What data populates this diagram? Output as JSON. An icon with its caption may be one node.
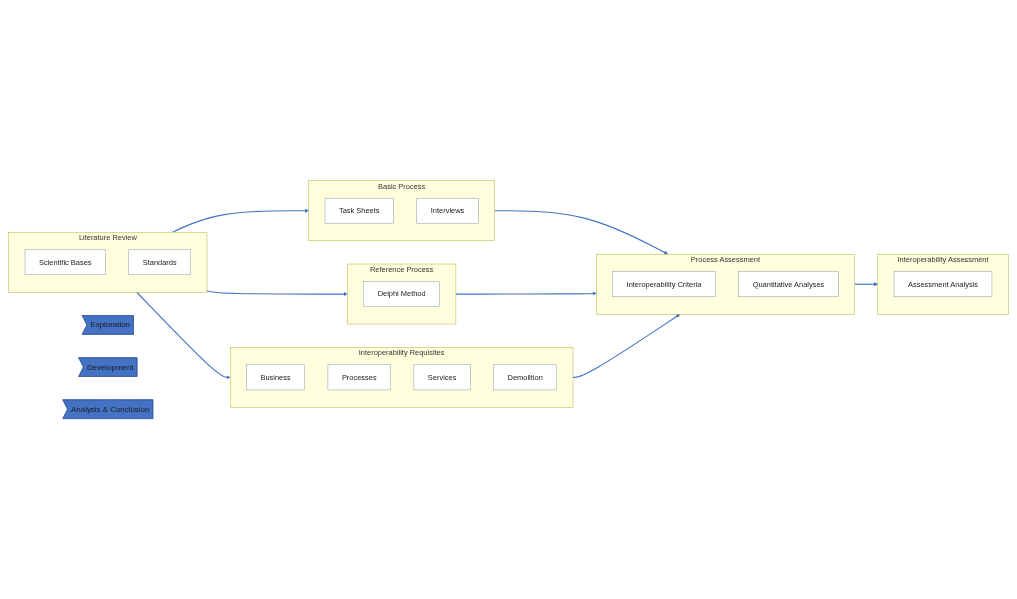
{
  "diagram": {
    "nodes": [
      {
        "text": [
          "Exploration"
        ]
      },
      {
        "text": [
          "Development"
        ]
      },
      {
        "text": [
          "Analysis & Conclusion"
        ]
      },
      {
        "text": [
          "Literature Review"
        ]
      },
      {
        "text": [
          "Scientific Bases"
        ],
        "in": 3
      },
      {
        "text": [
          "Standards"
        ],
        "in": 3
      },
      {
        "text": [
          "Interoperability Requisites"
        ]
      },
      {
        "text": [
          "Business"
        ],
        "in": 6
      },
      {
        "text": [
          "Processes"
        ],
        "in": 6
      },
      {
        "text": [
          "Services"
        ],
        "in": 6
      },
      {
        "text": [
          "Demolition"
        ],
        "in": 6
      },
      {
        "text": [
          "Basic Process"
        ]
      },
      {
        "text": [
          "Task Sheets"
        ],
        "in": 11
      },
      {
        "text": [
          "Interviews"
        ],
        "in": 11
      },
      {
        "text": [
          "Reference Process"
        ]
      },
      {
        "text": [
          "Delphi Method"
        ],
        "in": 14
      },
      {
        "text": [
          "Interoperability Assessment"
        ]
      },
      {
        "text": [
          "Assessment Analysis"
        ],
        "in": 16
      },
      {
        "text": [
          "Process Assessment"
        ]
      },
      {
        "text": [
          "Interoperability Criteria"
        ],
        "in": 18
      },
      {
        "text": [
          "Quantitative Analyses"
        ],
        "in": 18
      }
    ],
    "edges": [
      {
        "from": 3,
        "to": 11,
        "arrow": "to"
      },
      {
        "from": 3,
        "to": 14,
        "arrow": "to"
      },
      {
        "from": 3,
        "to": 6,
        "arrow": "to"
      },
      {
        "from": 11,
        "to": 18,
        "arrow": "to"
      },
      {
        "from": 14,
        "to": 18,
        "arrow": "to"
      },
      {
        "from": 6,
        "to": 18,
        "arrow": "to"
      },
      {
        "from": 18,
        "to": 16,
        "arrow": "to"
      }
    ]
  }
}
